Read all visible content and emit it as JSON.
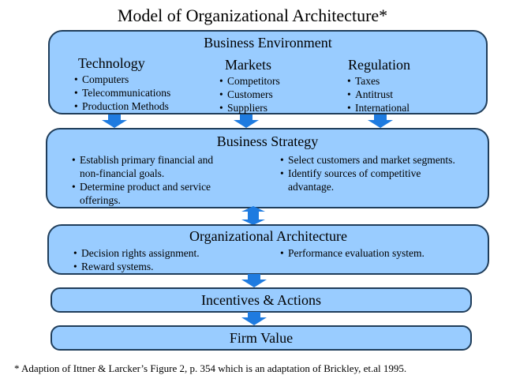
{
  "title": "Model of Organizational Architecture*",
  "environment": {
    "heading": "Business Environment",
    "columns": [
      {
        "heading": "Technology",
        "items": [
          "Computers",
          "Telecommunications",
          "Production Methods"
        ]
      },
      {
        "heading": "Markets",
        "items": [
          "Competitors",
          "Customers",
          "Suppliers"
        ]
      },
      {
        "heading": "Regulation",
        "items": [
          "Taxes",
          "Antitrust",
          "International"
        ]
      }
    ]
  },
  "strategy": {
    "heading": "Business Strategy",
    "left_items": [
      "Establish primary financial and non-financial goals.",
      "Determine product and service offerings."
    ],
    "right_items": [
      "Select customers and market segments.",
      "Identify sources of competitive advantage."
    ]
  },
  "architecture": {
    "heading": "Organizational Architecture",
    "left_items": [
      "Decision rights assignment.",
      "Reward systems."
    ],
    "right_items": [
      "Performance evaluation system."
    ]
  },
  "incentives": {
    "heading": "Incentives & Actions"
  },
  "firm_value": {
    "heading": "Firm Value"
  },
  "footnote": "* Adaption of Ittner & Larcker’s Figure 2, p. 354 which is an adaptation of Brickley, et.al 1995.",
  "colors": {
    "box_fill": "#99ccff",
    "box_border": "#1f3d5a",
    "arrow_fill": "#1e7be0"
  },
  "icons": {
    "arrow_down": "down-arrow-icon",
    "arrow_double": "double-arrow-icon"
  }
}
